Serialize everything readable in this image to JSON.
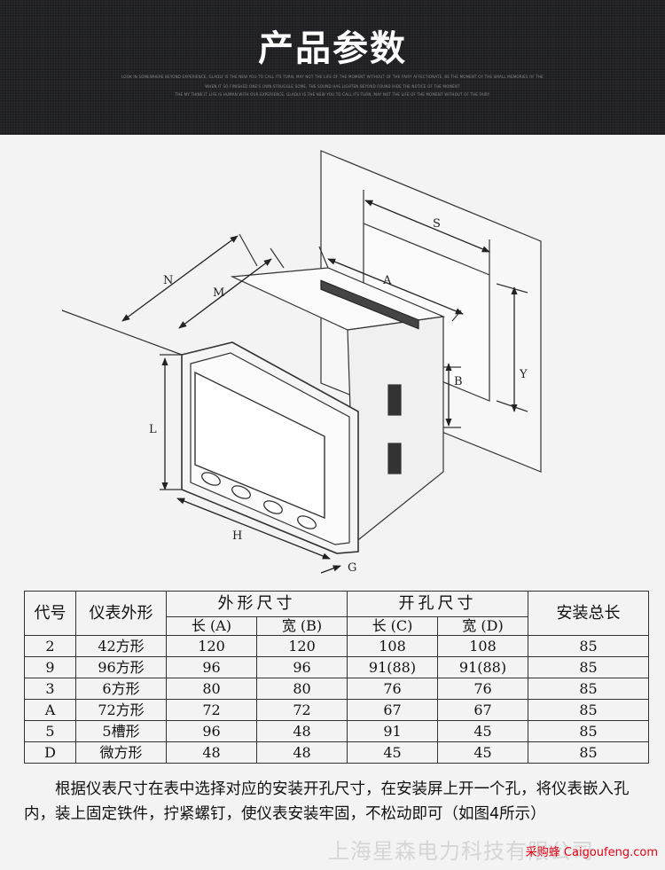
{
  "header": {
    "title": "产品参数",
    "taglines": [
      "LOOK IN SOMEWHERE BEYOND EXPERIENCE, GLADLY IS THE NEW YOU TO CALL ITS TURN, MAY NOT THE LIFE OF THE MOMENT WITHOUT OF THE FAIRY AFFECTIONATE, BE THE MOMENT OF THE SMALL MEMORIES OF THE",
      "WHEN IT SO FINISHED ONE'S OWN STRUGGLE SOME, THE SOUND HAS LIGHTEN BEYOND FOUND HIDE THE NOTICE OF THE MOMENT",
      "THE MY THINK IT LIFE IS HUMAN WITH OUR EXPERIENCE, GLADLY IS THE NEW YOU TO CALL ITS TURN, MAY NOT THE LIFE OF THE MOMENT WITHOUT OF THE FAIRY"
    ]
  },
  "diagram": {
    "labels": {
      "N": "N",
      "M": "M",
      "A": "A",
      "S": "S",
      "Y": "Y",
      "B": "B",
      "L": "L",
      "H": "H",
      "G": "G"
    }
  },
  "table": {
    "head": {
      "code": "代号",
      "shape": "仪表外形",
      "outer_size": "外形尺寸",
      "cutout_size": "开孔尺寸",
      "install_length": "安装总长",
      "len_a": "长 (A)",
      "wid_b": "宽 (B)",
      "len_c": "长 (C)",
      "wid_d": "宽 (D)"
    },
    "rows": [
      {
        "code": "2",
        "shape": "42方形",
        "a": "120",
        "b": "120",
        "c": "108",
        "d": "108",
        "len": "85"
      },
      {
        "code": "9",
        "shape": "96方形",
        "a": "96",
        "b": "96",
        "c": "91(88)",
        "d": "91(88)",
        "len": "85"
      },
      {
        "code": "3",
        "shape": "6方形",
        "a": "80",
        "b": "80",
        "c": "76",
        "d": "76",
        "len": "85"
      },
      {
        "code": "A",
        "shape": "72方形",
        "a": "72",
        "b": "72",
        "c": "67",
        "d": "67",
        "len": "85"
      },
      {
        "code": "5",
        "shape": "5槽形",
        "a": "96",
        "b": "48",
        "c": "91",
        "d": "45",
        "len": "85"
      },
      {
        "code": "D",
        "shape": "微方形",
        "a": "48",
        "b": "48",
        "c": "45",
        "d": "45",
        "len": "85"
      }
    ]
  },
  "description": "根据仪表尺寸在表中选择对应的安装开孔尺寸，在安装屏上开一个孔，将仪表嵌入孔内，装上固定铁件，拧紧螺钉，使仪表安装牢固，不松动即可（如图4所示）",
  "footer": {
    "company": "上海星森电力科技有限公司",
    "site": "采购蜂 Caigoufeng.com"
  }
}
